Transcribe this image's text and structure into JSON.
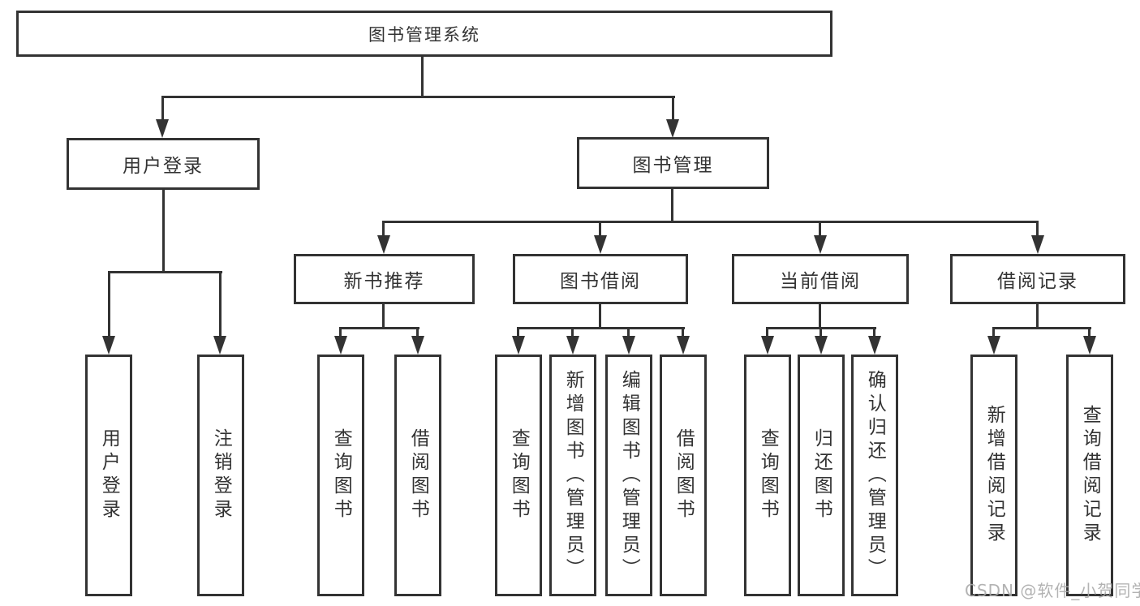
{
  "diagram_title": "图书管理系统",
  "tree": {
    "label": "图书管理系统",
    "children": [
      {
        "label": "用户登录",
        "children": [
          {
            "label": "用户登录"
          },
          {
            "label": "注销登录"
          }
        ]
      },
      {
        "label": "图书管理",
        "children": [
          {
            "label": "新书推荐",
            "children": [
              {
                "label": "查询图书"
              },
              {
                "label": "借阅图书"
              }
            ]
          },
          {
            "label": "图书借阅",
            "children": [
              {
                "label": "查询图书"
              },
              {
                "label": "新增图书（管理员）"
              },
              {
                "label": "编辑图书（管理员）"
              },
              {
                "label": "借阅图书"
              }
            ]
          },
          {
            "label": "当前借阅",
            "children": [
              {
                "label": "查询图书"
              },
              {
                "label": "归还图书"
              },
              {
                "label": "确认归还（管理员）"
              }
            ]
          },
          {
            "label": "借阅记录",
            "children": [
              {
                "label": "新增借阅记录"
              },
              {
                "label": "查询借阅记录"
              }
            ]
          }
        ]
      }
    ]
  },
  "watermark": {
    "text": "CSDN @软件_小贺同学"
  },
  "colors": {
    "line": "#333333",
    "text": "#333333",
    "background": "#ffffff",
    "watermark": "#a9a9a9"
  }
}
